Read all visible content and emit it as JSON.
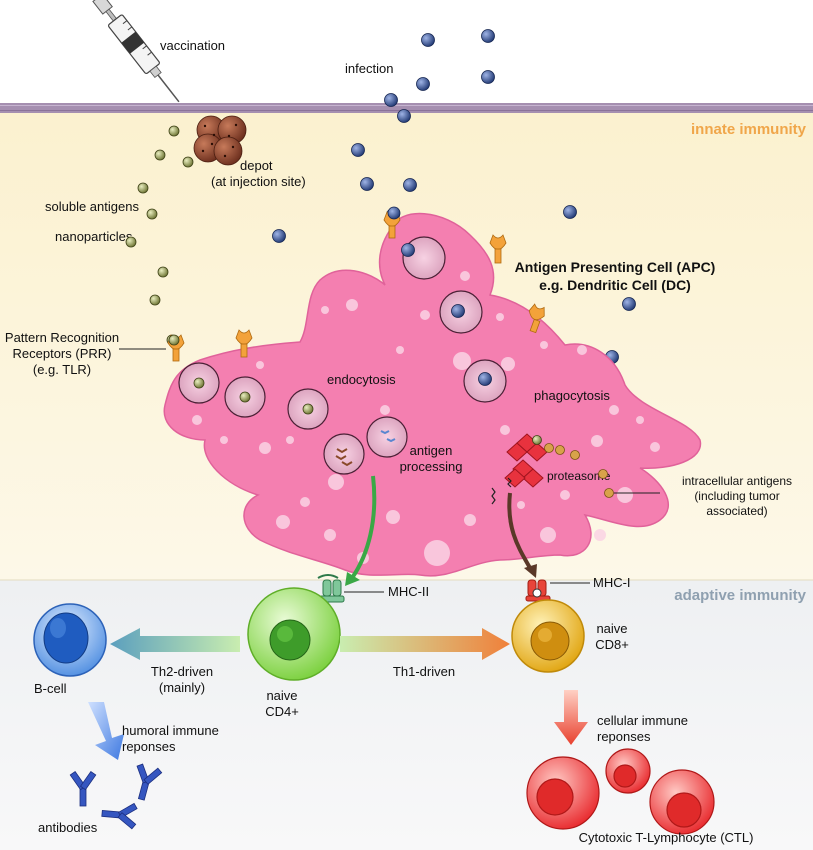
{
  "zones": {
    "innate": "innate immunity",
    "adaptive": "adaptive immunity",
    "innate_color": "#f0a64a",
    "adaptive_color": "#8fa0b0"
  },
  "labels": {
    "vaccination": "vaccination",
    "infection": "infection",
    "depot": "depot",
    "depot_sub": "(at injection site)",
    "soluble_antigens": "soluble antigens",
    "nanoparticles": "nanoparticles",
    "prr_line1": "Pattern Recognition",
    "prr_line2": "Receptors (PRR)",
    "prr_line3": "(e.g. TLR)",
    "apc_line1": "Antigen Presenting Cell (APC)",
    "apc_line2": "e.g. Dendritic Cell (DC)",
    "endocytosis": "endocytosis",
    "phagocytosis": "phagocytosis",
    "antigen_line1": "antigen",
    "antigen_line2": "processing",
    "proteasome": "proteasome",
    "intracellular_line1": "intracellular antigens",
    "intracellular_line2": "(including tumor",
    "intracellular_line3": "associated)",
    "mhc2": "MHC-II",
    "mhc1": "MHC-I",
    "naive_cd4_line1": "naive",
    "naive_cd4_line2": "CD4+",
    "naive_cd8_line1": "naive",
    "naive_cd8_line2": "CD8+",
    "th2_line1": "Th2-driven",
    "th2_line2": "(mainly)",
    "th1": "Th1-driven",
    "bcell": "B-cell",
    "humoral_line1": "humoral immune",
    "humoral_line2": "reponses",
    "antibodies": "antibodies",
    "cellular_line1": "cellular immune",
    "cellular_line2": "reponses",
    "ctl": "Cytotoxic T-Lymphocyte (CTL)"
  },
  "colors": {
    "membrane": "#a58fb0",
    "apc": "#f47fb0",
    "cd4": "#8fdc58",
    "cd8": "#f2b62a",
    "bcell": "#3f7fd8",
    "ctl": "#ef3d3d",
    "proteasome": "#e8323e",
    "pathogen": "#3c5a9a",
    "antigen": "#8f9656"
  }
}
